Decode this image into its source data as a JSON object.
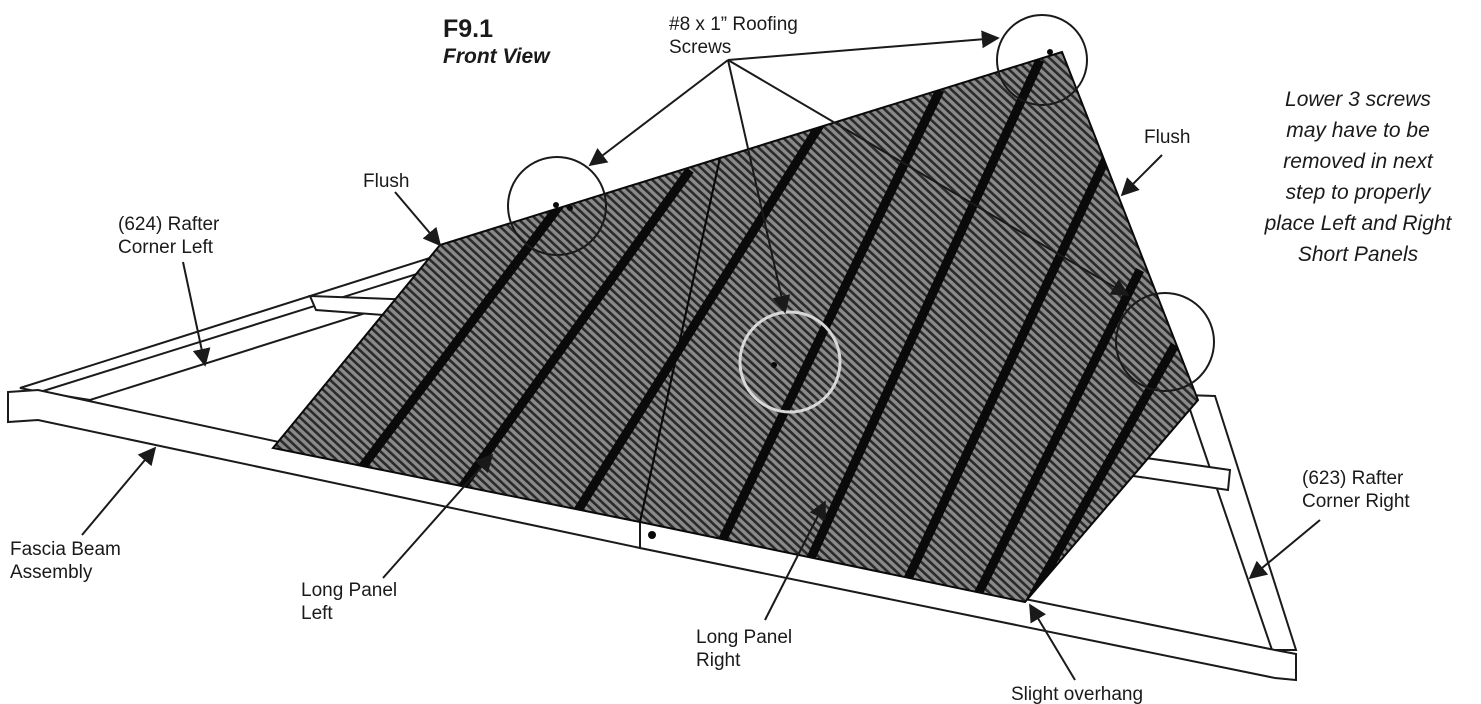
{
  "figure": {
    "title": "F9.1",
    "subtitle": "Front View"
  },
  "callouts": {
    "screws": [
      "#8 x 1” Roofing",
      "Screws"
    ],
    "flush_left": [
      "Flush"
    ],
    "flush_right": [
      "Flush"
    ],
    "rafter_left": [
      "(624) Rafter",
      "Corner Left"
    ],
    "rafter_right": [
      "(623) Rafter",
      "Corner Right"
    ],
    "fascia": [
      "Fascia Beam",
      "Assembly"
    ],
    "long_panel_left": [
      "Long Panel",
      "Left"
    ],
    "long_panel_right": [
      "Long Panel",
      "Right"
    ],
    "overhang": [
      "Slight overhang"
    ]
  },
  "note": [
    "Lower 3 screws",
    "may have to be",
    "removed in next",
    "step to properly",
    "place Left and Right",
    "Short Panels"
  ],
  "colors": {
    "panel_fill": "#6e6e6e",
    "panel_rib": "#0a0a0a",
    "frame_stroke": "#1a1a1a",
    "frame_fill": "#ffffff",
    "highlight_circle": "#d8d8d8"
  }
}
